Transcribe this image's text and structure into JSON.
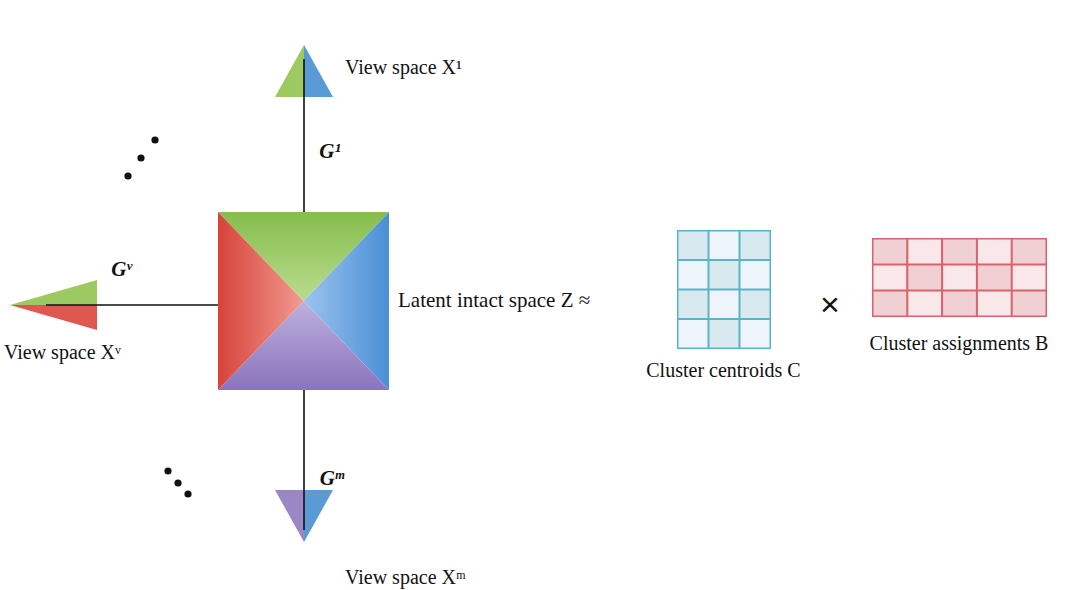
{
  "diagram": {
    "nodes": [
      {
        "text": [
          "View space X¹"
        ]
      },
      {
        "text": [
          "View space Xᵛ"
        ]
      },
      {
        "text": [
          "Latent intact space Z ≈"
        ]
      },
      {
        "text": [
          "Cluster centroids C"
        ]
      },
      {
        "text": [
          "Cluster assignments B"
        ]
      },
      {
        "text": [
          "View space Xᵐ"
        ]
      }
    ],
    "edges": [
      {
        "from": 2,
        "to": 0,
        "arrow": "none",
        "label": "G¹"
      },
      {
        "from": 2,
        "to": 1,
        "arrow": "none",
        "label": "Gᵛ"
      },
      {
        "from": 2,
        "to": 5,
        "arrow": "none",
        "label": "Gᵐ"
      }
    ],
    "labels": [
      "×"
    ]
  }
}
